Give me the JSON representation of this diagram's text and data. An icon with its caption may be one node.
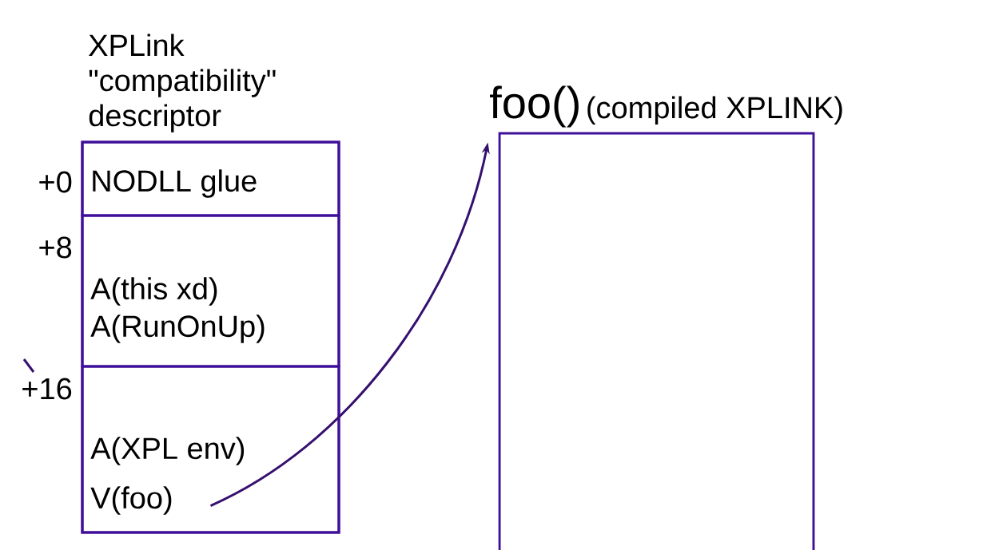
{
  "diagram": {
    "nodes": [
      {
        "text": [
          "XPLink \"compatibility\" descriptor"
        ]
      },
      {
        "text": [
          "NODLL glue"
        ],
        "in": 0,
        "beside": [
          "+0"
        ]
      },
      {
        "text": [
          "A(this xd)",
          "A(RunOnUp)"
        ],
        "in": 0,
        "beside": [
          "+8"
        ]
      },
      {
        "text": [
          "A(XPL env)",
          "V(foo)"
        ],
        "in": 0,
        "beside": [
          "+16"
        ]
      },
      {
        "text": [
          "foo()",
          "(compiled XPLINK)"
        ]
      }
    ],
    "edges": [
      {
        "from": 3,
        "to": 4,
        "arrow": "to"
      }
    ]
  }
}
